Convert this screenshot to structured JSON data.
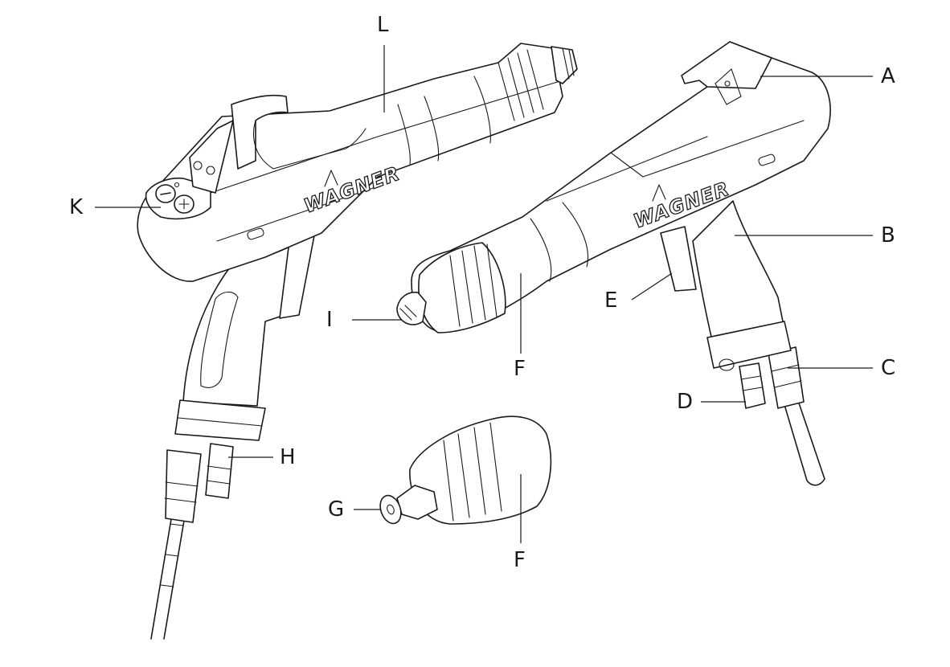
{
  "diagram": {
    "brand_text": "WAGNER",
    "callouts": [
      {
        "id": "A",
        "text": "A"
      },
      {
        "id": "B",
        "text": "B"
      },
      {
        "id": "C",
        "text": "C"
      },
      {
        "id": "D",
        "text": "D"
      },
      {
        "id": "E",
        "text": "E"
      },
      {
        "id": "F1",
        "text": "F"
      },
      {
        "id": "F2",
        "text": "F"
      },
      {
        "id": "G",
        "text": "G"
      },
      {
        "id": "H",
        "text": "H"
      },
      {
        "id": "I",
        "text": "I"
      },
      {
        "id": "K",
        "text": "K"
      },
      {
        "id": "L",
        "text": "L"
      }
    ]
  }
}
